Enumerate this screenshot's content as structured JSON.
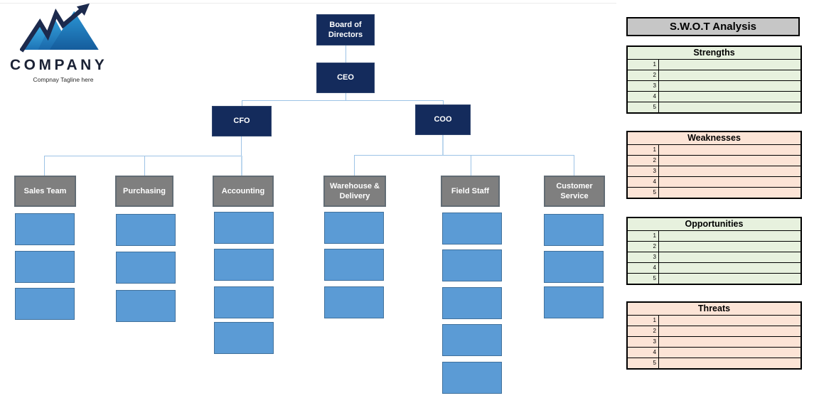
{
  "logo": {
    "company_name": "COMPANY",
    "tagline": "Compnay Tagline here",
    "icon": "mountains-with-rising-arrow-icon"
  },
  "org_chart": {
    "board": "Board of Directors",
    "ceo": "CEO",
    "cfo": "CFO",
    "coo": "COO",
    "departments": [
      {
        "label": "Sales Team",
        "placeholder_boxes": 3,
        "reports_to": "CFO"
      },
      {
        "label": "Purchasing",
        "placeholder_boxes": 3,
        "reports_to": "CFO"
      },
      {
        "label": "Accounting",
        "placeholder_boxes": 4,
        "reports_to": "CFO"
      },
      {
        "label": "Warehouse & Delivery",
        "placeholder_boxes": 3,
        "reports_to": "COO"
      },
      {
        "label": "Field Staff",
        "placeholder_boxes": 5,
        "reports_to": "COO"
      },
      {
        "label": "Customer Service",
        "placeholder_boxes": 3,
        "reports_to": "COO"
      }
    ]
  },
  "swot": {
    "title": "S.W.O.T Analysis",
    "row_numbers": [
      "1",
      "2",
      "3",
      "4",
      "5"
    ],
    "tables": [
      {
        "title": "Strengths",
        "theme": "green"
      },
      {
        "title": "Weaknesses",
        "theme": "pink"
      },
      {
        "title": "Opportunities",
        "theme": "green"
      },
      {
        "title": "Threats",
        "theme": "pink"
      }
    ]
  },
  "colors": {
    "navy_box": "#142B5C",
    "dept_gray": "#7F7F7F",
    "placeholder_blue": "#5B9BD5",
    "placeholder_border": "#41719C",
    "connector_blue": "#9DC3E6",
    "connector_light": "#BDD7EE",
    "swot_header_gray": "#C6C6C6",
    "swot_green": "#E7F1DE",
    "swot_pink": "#FCE4D6"
  }
}
